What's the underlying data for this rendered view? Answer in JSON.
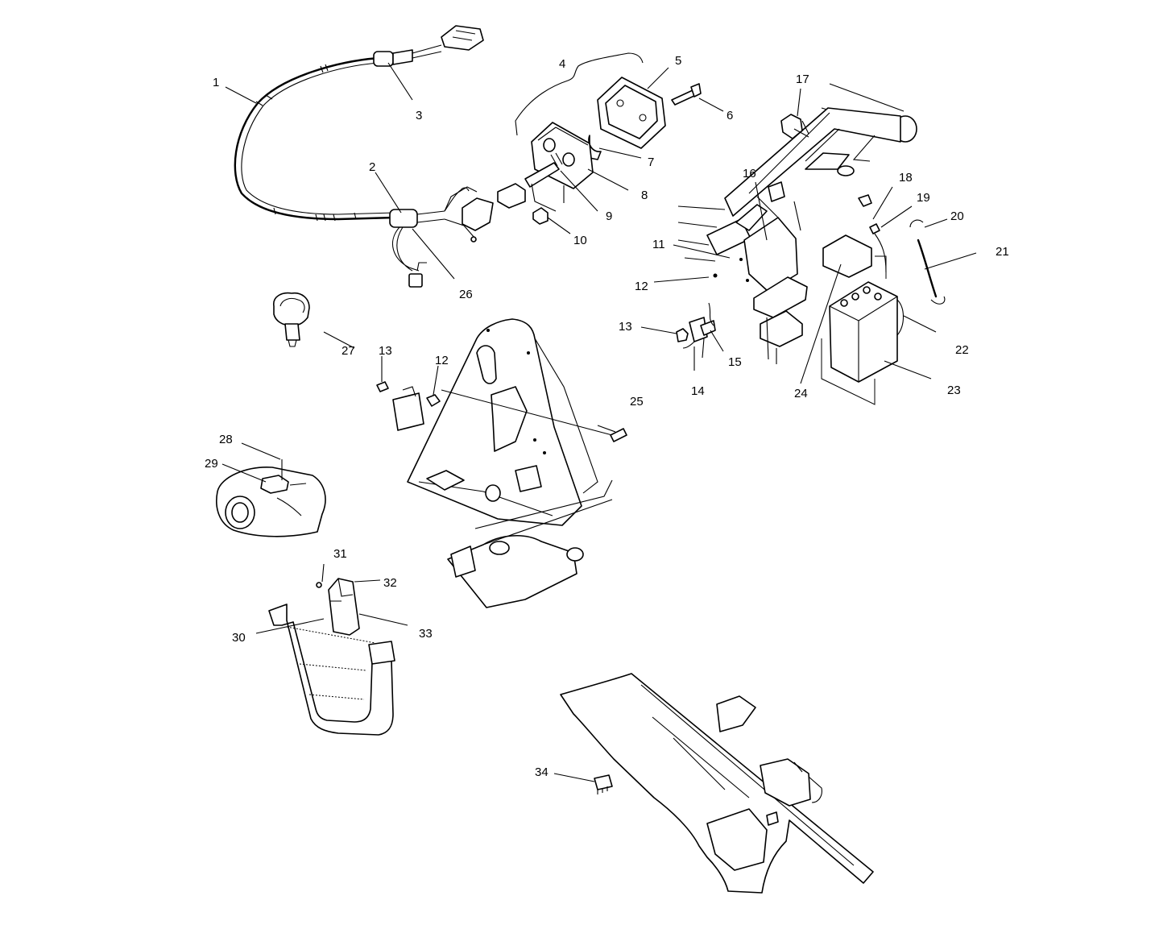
{
  "callouts": [
    {
      "id": "1",
      "label": "1"
    },
    {
      "id": "2",
      "label": "2"
    },
    {
      "id": "3",
      "label": "3"
    },
    {
      "id": "4",
      "label": "4"
    },
    {
      "id": "5",
      "label": "5"
    },
    {
      "id": "6",
      "label": "6"
    },
    {
      "id": "7",
      "label": "7"
    },
    {
      "id": "8",
      "label": "8"
    },
    {
      "id": "9",
      "label": "9"
    },
    {
      "id": "10",
      "label": "10"
    },
    {
      "id": "11",
      "label": "11"
    },
    {
      "id": "12a",
      "label": "12"
    },
    {
      "id": "12b",
      "label": "12"
    },
    {
      "id": "13a",
      "label": "13"
    },
    {
      "id": "13b",
      "label": "13"
    },
    {
      "id": "14",
      "label": "14"
    },
    {
      "id": "15",
      "label": "15"
    },
    {
      "id": "16",
      "label": "16"
    },
    {
      "id": "17",
      "label": "17"
    },
    {
      "id": "18",
      "label": "18"
    },
    {
      "id": "19",
      "label": "19"
    },
    {
      "id": "20",
      "label": "20"
    },
    {
      "id": "21",
      "label": "21"
    },
    {
      "id": "22",
      "label": "22"
    },
    {
      "id": "23",
      "label": "23"
    },
    {
      "id": "24",
      "label": "24"
    },
    {
      "id": "25",
      "label": "25"
    },
    {
      "id": "26",
      "label": "26"
    },
    {
      "id": "27",
      "label": "27"
    },
    {
      "id": "28",
      "label": "28"
    },
    {
      "id": "29",
      "label": "29"
    },
    {
      "id": "30",
      "label": "30"
    },
    {
      "id": "31",
      "label": "31"
    },
    {
      "id": "32",
      "label": "32"
    },
    {
      "id": "33",
      "label": "33"
    },
    {
      "id": "34",
      "label": "34"
    }
  ]
}
